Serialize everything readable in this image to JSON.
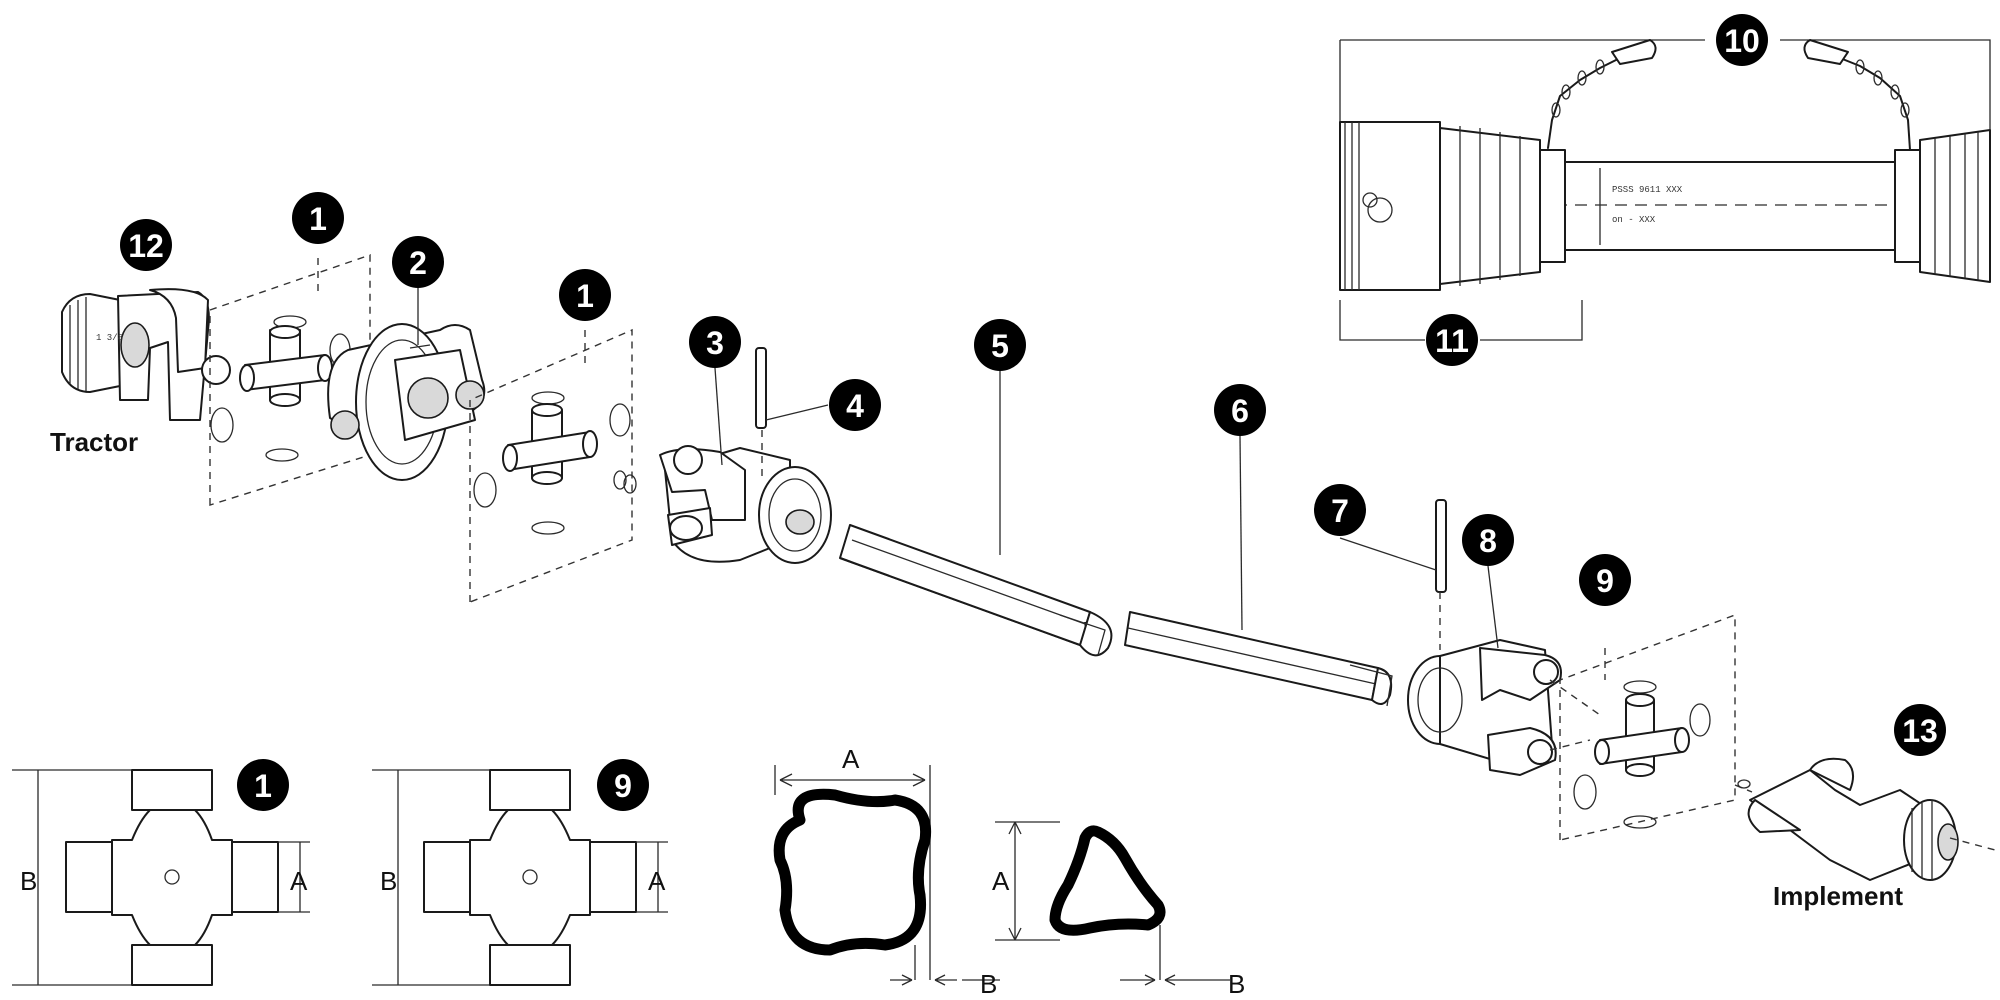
{
  "callouts": {
    "c1": "1",
    "c1b": "1",
    "c2": "2",
    "c3": "3",
    "c4": "4",
    "c5": "5",
    "c6": "6",
    "c7": "7",
    "c8": "8",
    "c9": "9",
    "c10": "10",
    "c11": "11",
    "c12": "12",
    "c13": "13",
    "c1d": "1",
    "c9d": "9"
  },
  "labels": {
    "tractor": "Tractor",
    "implement": "Implement"
  },
  "dimensions": {
    "a": "A",
    "b": "B"
  },
  "assembly_marking": {
    "line1": "PSSS 9611 XXX",
    "line2": "on - XXX"
  },
  "colors": {
    "ink": "#1a1a1a",
    "badge": "#000000",
    "paper": "#ffffff"
  }
}
